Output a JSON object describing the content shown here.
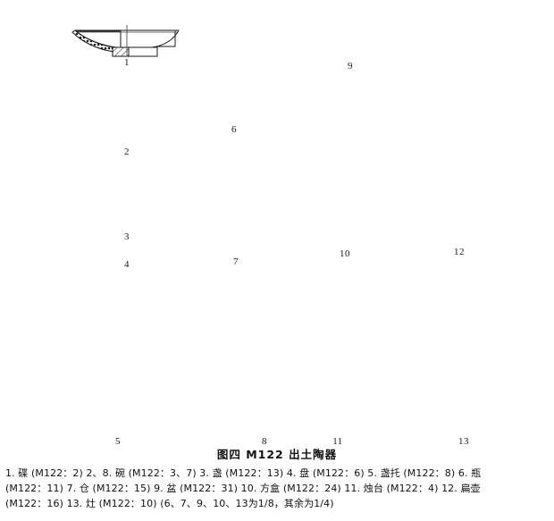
{
  "figure": {
    "title": "图四    M122 出土陶器",
    "title_number": "图四",
    "title_text": "M122 出土陶器",
    "scale_note": "（6、7、9、10、13为1/8，其余为1/4）"
  },
  "items": [
    {
      "no": "1",
      "name_cn": "碟",
      "reg": "M122：2",
      "type": "dish",
      "views": "section"
    },
    {
      "no": "2",
      "name_cn": "碗",
      "reg": "M122：3",
      "type": "bowl",
      "views": "section"
    },
    {
      "no": "3",
      "name_cn": "盏",
      "reg": "M122：13",
      "type": "cup",
      "views": "section"
    },
    {
      "no": "4",
      "name_cn": "盘",
      "reg": "M122：6",
      "type": "plate",
      "views": "section"
    },
    {
      "no": "5",
      "name_cn": "盏托",
      "reg": "M122：8",
      "type": "cup-stand",
      "views": "section+plan"
    },
    {
      "no": "6",
      "name_cn": "瓶",
      "reg": "M122：11",
      "type": "bottle-vase",
      "views": "section"
    },
    {
      "no": "7",
      "name_cn": "仓",
      "reg": "M122：15",
      "type": "granary-jar",
      "views": "section"
    },
    {
      "no": "8",
      "name_cn": "碗",
      "reg": "M122：7",
      "type": "lobed-bowl",
      "views": "plan+section"
    },
    {
      "no": "9",
      "name_cn": "盆",
      "reg": "M122：31",
      "type": "basin",
      "views": "section"
    },
    {
      "no": "10",
      "name_cn": "方盒",
      "reg": "M122：24",
      "type": "square-box",
      "views": "plan+section"
    },
    {
      "no": "11",
      "name_cn": "烛台",
      "reg": "M122：4",
      "type": "candlestick",
      "views": "section"
    },
    {
      "no": "12",
      "name_cn": "扁壶",
      "reg": "M122：16",
      "type": "flat-flask",
      "views": "plan+elevation"
    },
    {
      "no": "13",
      "name_cn": "灶",
      "reg": "M122：10",
      "type": "stove",
      "views": "plan+section"
    }
  ],
  "labels": {
    "n1": "1",
    "n2": "2",
    "n3": "3",
    "n4": "4",
    "n5": "5",
    "n6": "6",
    "n7": "7",
    "n8": "8",
    "n9": "9",
    "n10": "10",
    "n11": "11",
    "n12": "12",
    "n13": "13"
  },
  "caption": {
    "line1": "1. 碟 (M122：2)    2、8. 碗 (M122：3、7)    3. 盏 (M122：13)    4. 盘 (M122：6)    5. 盏托 (M122：8)    6. 瓶",
    "line2": "(M122：11)    7. 仓 (M122：15)    9. 盆 (M122：31)    10. 方盒 (M122：24)    11. 烛台 (M122：4)    12. 扁壶",
    "line3": "(M122：16)    13. 灶 (M122：10)    (6、7、9、10、13为1/8，其余为1/4)"
  },
  "colors": {
    "ink": "#1a1a1a",
    "paper": "#ffffff",
    "hatch": "#333333"
  }
}
